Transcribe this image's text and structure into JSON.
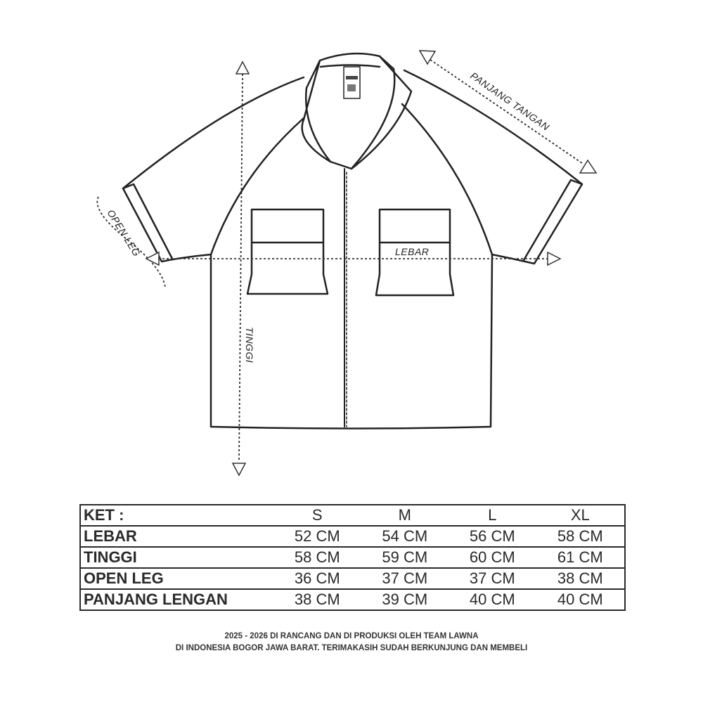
{
  "diagram": {
    "labels": {
      "sleeve_length": "PANJANG TANGAN",
      "open_leg": "OPEN LEG",
      "width": "LEBAR",
      "height": "TINGGI"
    }
  },
  "table": {
    "header": [
      "KET :",
      "S",
      "M",
      "L",
      "XL"
    ],
    "rows": [
      [
        "LEBAR",
        "52 CM",
        "54 CM",
        "56 CM",
        "58 CM"
      ],
      [
        "TINGGI",
        "58 CM",
        "59 CM",
        "60 CM",
        "61 CM"
      ],
      [
        "OPEN LEG",
        "36 CM",
        "37 CM",
        "37 CM",
        "38 CM"
      ],
      [
        "PANJANG LENGAN",
        "38 CM",
        "39 CM",
        "40 CM",
        "40 CM"
      ]
    ]
  },
  "footer": {
    "line1": "2025 - 2026 DI RANCANG DAN DI PRODUKSI OLEH TEAM LAWNA",
    "line2": "DI INDONESIA BOGOR JAWA BARAT. TERIMAKASIH SUDAH BERKUNJUNG DAN MEMBELI"
  }
}
